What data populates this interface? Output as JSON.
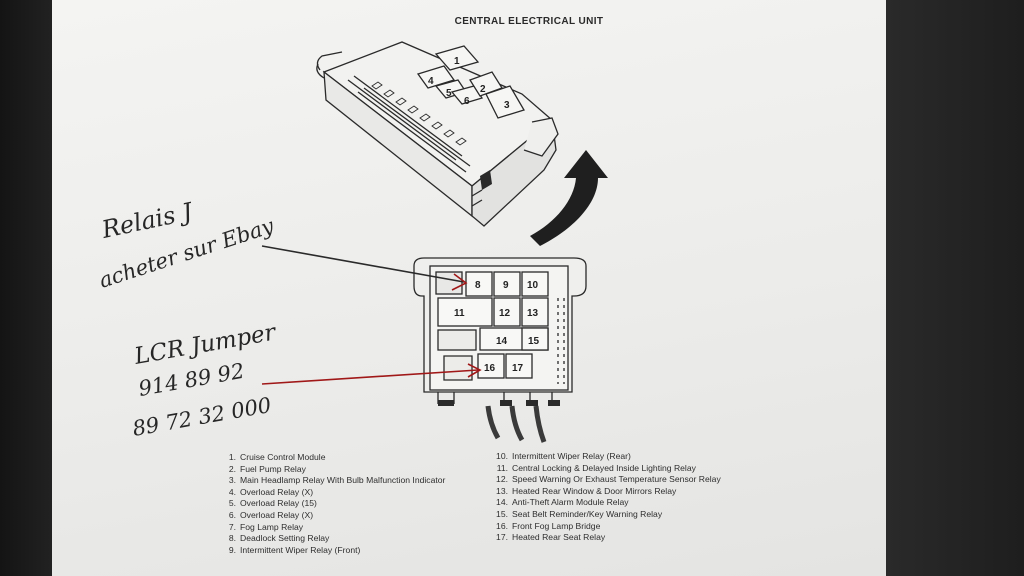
{
  "heading": "CENTRAL ELECTRICAL UNIT",
  "top_unit_labels": [
    "1",
    "2",
    "3",
    "4",
    "5",
    "6"
  ],
  "lower_unit_labels": [
    "8",
    "9",
    "10",
    "11",
    "12",
    "13",
    "14",
    "15",
    "16",
    "17"
  ],
  "handwriting": {
    "line1": "Relais J",
    "line2": "acheter sur Ebay",
    "line3": "LCR Jumper",
    "line4": "914 89 92",
    "line5": "89 72 32 000"
  },
  "legend": {
    "left": [
      {
        "num": "1.",
        "text": "Cruise Control Module"
      },
      {
        "num": "2.",
        "text": "Fuel Pump Relay"
      },
      {
        "num": "3.",
        "text": "Main Headlamp Relay With Bulb Malfunction Indicator"
      },
      {
        "num": "4.",
        "text": "Overload Relay (X)"
      },
      {
        "num": "5.",
        "text": "Overload Relay (15)"
      },
      {
        "num": "6.",
        "text": "Overload Relay (X)"
      },
      {
        "num": "7.",
        "text": "Fog Lamp Relay"
      },
      {
        "num": "8.",
        "text": "Deadlock Setting Relay"
      },
      {
        "num": "9.",
        "text": "Intermittent Wiper Relay (Front)"
      }
    ],
    "right": [
      {
        "num": "10.",
        "text": "Intermittent Wiper Relay (Rear)"
      },
      {
        "num": "11.",
        "text": "Central Locking & Delayed Inside Lighting Relay"
      },
      {
        "num": "12.",
        "text": "Speed Warning Or Exhaust Temperature Sensor Relay"
      },
      {
        "num": "13.",
        "text": "Heated Rear Window & Door Mirrors Relay"
      },
      {
        "num": "14.",
        "text": "Anti-Theft Alarm Module Relay"
      },
      {
        "num": "15.",
        "text": "Seat Belt Reminder/Key Warning Relay"
      },
      {
        "num": "16.",
        "text": "Front Fog Lamp Bridge"
      },
      {
        "num": "17.",
        "text": "Heated Rear Seat Relay"
      }
    ]
  }
}
